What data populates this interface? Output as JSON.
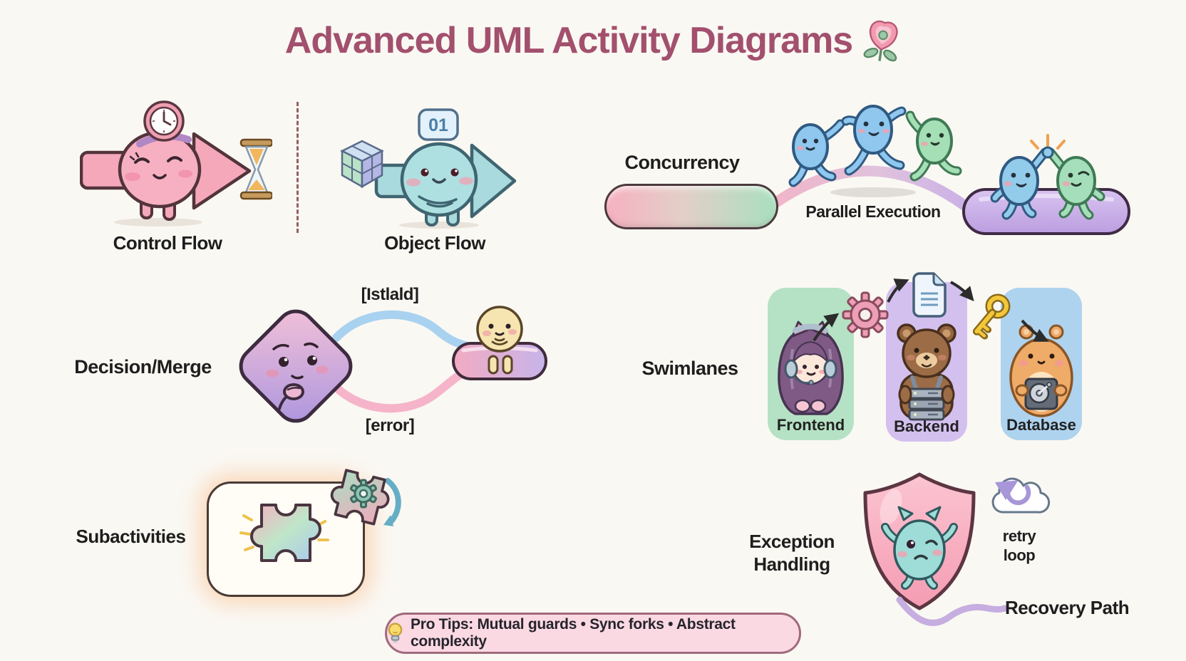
{
  "title": {
    "text": "Advanced UML Activity Diagrams",
    "flower_icon": "pink-flower"
  },
  "control_flow": {
    "label": "Control Flow"
  },
  "object_flow": {
    "label": "Object Flow",
    "badge": "01"
  },
  "concurrency": {
    "label": "Concurrency",
    "annotation": "Parallel Execution"
  },
  "decision_merge": {
    "label": "Decision/Merge",
    "guard_top": "[Istlald]",
    "guard_bottom": "[error]"
  },
  "swimlanes": {
    "label": "Swimlanes",
    "lanes": [
      {
        "label": "Frontend"
      },
      {
        "label": "Backend"
      },
      {
        "label": "Database"
      }
    ]
  },
  "subactivities": {
    "label": "Subactivities"
  },
  "exception": {
    "label_line1": "Exception",
    "label_line2": "Handling",
    "retry_line1": "retry",
    "retry_line2": "loop",
    "recovery": "Recovery Path"
  },
  "pro_tips": {
    "text": "Pro Tips: Mutual guards • Sync forks • Abstract complexity",
    "icon": "lightbulb"
  },
  "colors": {
    "background": "#faf8f3",
    "title": "#a2506e",
    "label_text": "#1e1e1e",
    "control_flow_pink": "#f5a8ba",
    "object_flow_blue": "#a9dade",
    "fork_pink": "#f6b1c0",
    "fork_green": "#a9dfbe",
    "join_purple": "#c9aee6",
    "diamond_pink": "#f4c2d8",
    "diamond_purple": "#ab95de",
    "guard_blue_curve": "#a9d2f0",
    "guard_pink_curve": "#f6b4ca",
    "lane_green": "#b5e2c4",
    "lane_purple": "#d3c0ef",
    "lane_blue": "#aed3ef",
    "shield_pink": "#f7a9bc",
    "monster_teal": "#9edcd8",
    "tips_background": "#fbd9e3",
    "tips_border": "#a06a7c"
  }
}
